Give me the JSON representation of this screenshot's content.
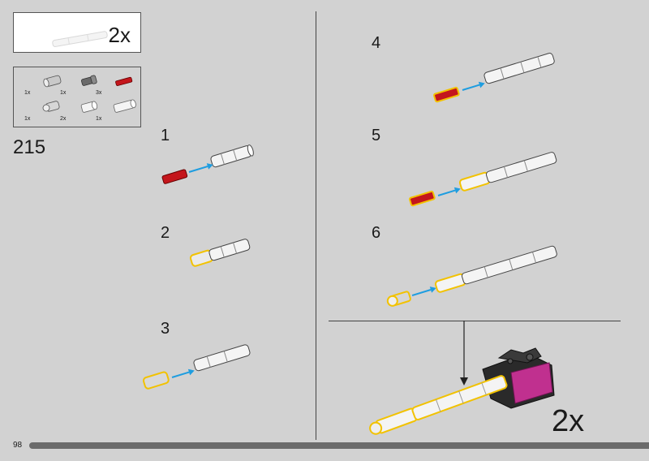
{
  "callout": {
    "multiplier": "2x"
  },
  "parts_list": {
    "items": [
      {
        "qty": "1x",
        "icon": "gray-bush-connector-icon"
      },
      {
        "qty": "1x",
        "icon": "dark-gray-axle-connector-icon"
      },
      {
        "qty": "3x",
        "icon": "red-axle-icon"
      },
      {
        "qty": "1x",
        "icon": "gray-pin-connector-icon"
      },
      {
        "qty": "2x",
        "icon": "white-tube-icon"
      },
      {
        "qty": "1x",
        "icon": "white-long-tube-icon"
      }
    ]
  },
  "page_step": "215",
  "steps": [
    {
      "number": "1"
    },
    {
      "number": "2"
    },
    {
      "number": "3"
    },
    {
      "number": "4"
    },
    {
      "number": "5"
    },
    {
      "number": "6"
    }
  ],
  "bottom_multiplier": "2x",
  "page_number": "98",
  "colors": {
    "background": "#d2d2d2",
    "highlight": "#f2c200",
    "arrow": "#1e9de0",
    "red_part": "#c4161c",
    "magenta_part": "#c0308f"
  }
}
